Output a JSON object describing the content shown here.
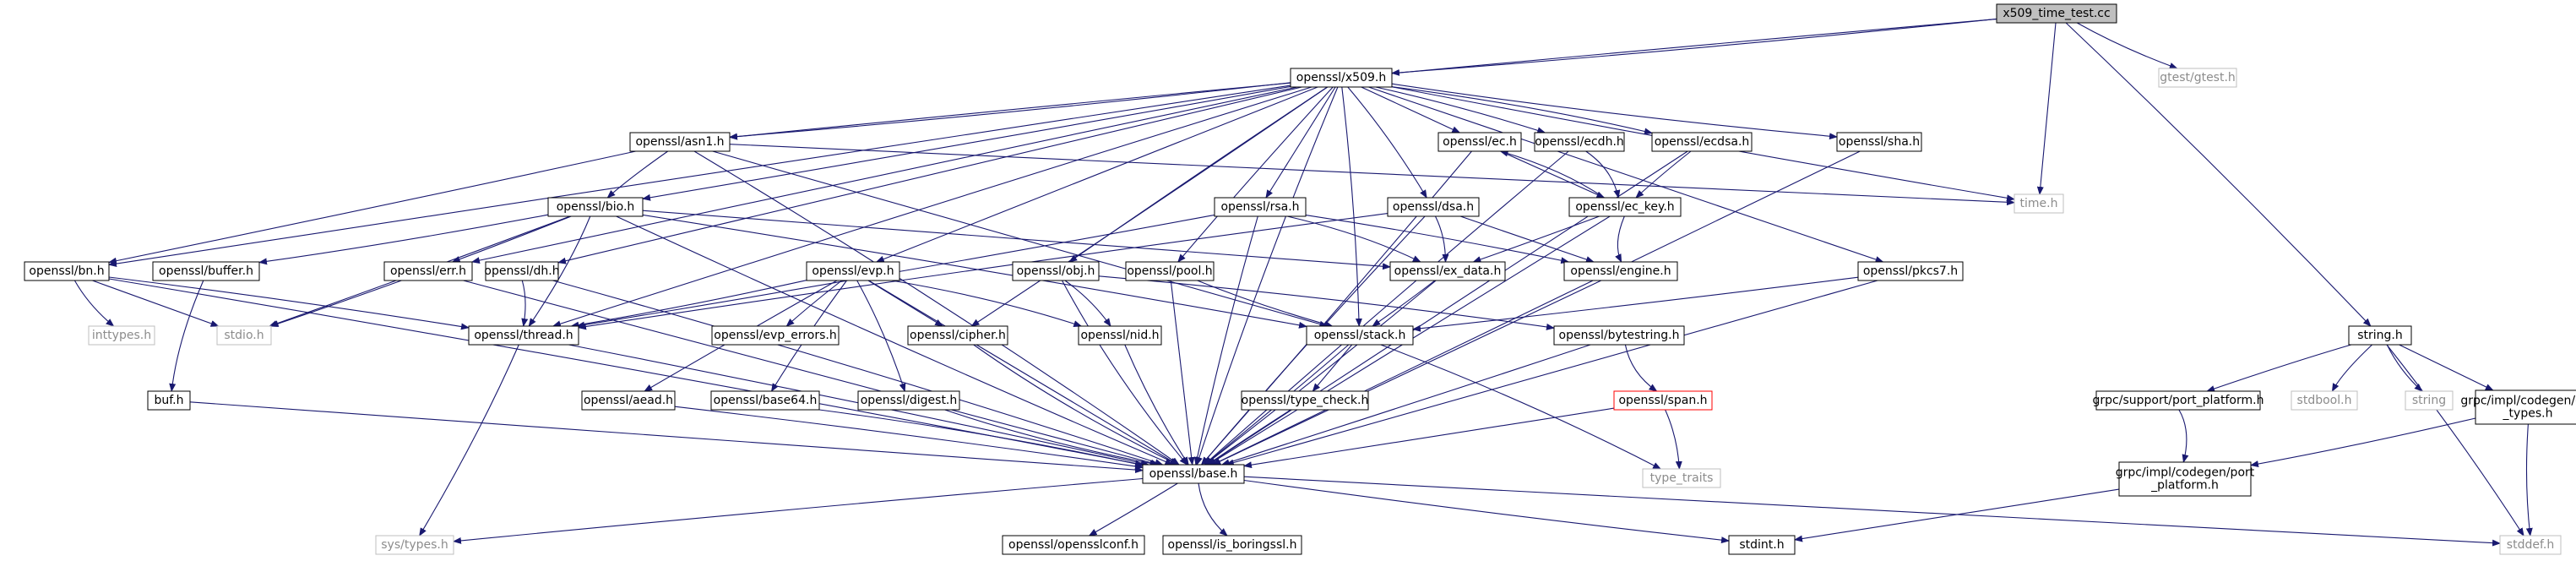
{
  "colors": {
    "edge": "#191970",
    "box": "#000000",
    "ext_box": "#bfbfbf",
    "missing_box": "#ff0000",
    "root_fill": "#bfbfbf",
    "ext_text": "#8c8c8c",
    "text": "#000000"
  },
  "nodes": {
    "root": {
      "label": "x509_time_test.cc",
      "kind": "root"
    },
    "x509": {
      "label": "openssl/x509.h",
      "kind": "normal"
    },
    "gtest": {
      "label": "gtest/gtest.h",
      "kind": "external"
    },
    "asn1": {
      "label": "openssl/asn1.h",
      "kind": "normal"
    },
    "ec": {
      "label": "openssl/ec.h",
      "kind": "normal"
    },
    "ecdh": {
      "label": "openssl/ecdh.h",
      "kind": "normal"
    },
    "ecdsa": {
      "label": "openssl/ecdsa.h",
      "kind": "normal"
    },
    "sha": {
      "label": "openssl/sha.h",
      "kind": "normal"
    },
    "time": {
      "label": "time.h",
      "kind": "external"
    },
    "bio": {
      "label": "openssl/bio.h",
      "kind": "normal"
    },
    "rsa": {
      "label": "openssl/rsa.h",
      "kind": "normal"
    },
    "dsa": {
      "label": "openssl/dsa.h",
      "kind": "normal"
    },
    "eckey": {
      "label": "openssl/ec_key.h",
      "kind": "normal"
    },
    "bn": {
      "label": "openssl/bn.h",
      "kind": "normal"
    },
    "buffer": {
      "label": "openssl/buffer.h",
      "kind": "normal"
    },
    "err": {
      "label": "openssl/err.h",
      "kind": "normal"
    },
    "dh": {
      "label": "openssl/dh.h",
      "kind": "normal"
    },
    "evp": {
      "label": "openssl/evp.h",
      "kind": "normal"
    },
    "obj": {
      "label": "openssl/obj.h",
      "kind": "normal"
    },
    "pool": {
      "label": "openssl/pool.h",
      "kind": "normal"
    },
    "exdata": {
      "label": "openssl/ex_data.h",
      "kind": "normal"
    },
    "engine": {
      "label": "openssl/engine.h",
      "kind": "normal"
    },
    "pkcs7": {
      "label": "openssl/pkcs7.h",
      "kind": "normal"
    },
    "inttypes": {
      "label": "inttypes.h",
      "kind": "external"
    },
    "stdio": {
      "label": "stdio.h",
      "kind": "external"
    },
    "thread": {
      "label": "openssl/thread.h",
      "kind": "normal"
    },
    "evperrors": {
      "label": "openssl/evp_errors.h",
      "kind": "normal"
    },
    "cipher": {
      "label": "openssl/cipher.h",
      "kind": "normal"
    },
    "nid": {
      "label": "openssl/nid.h",
      "kind": "normal"
    },
    "stack": {
      "label": "openssl/stack.h",
      "kind": "normal"
    },
    "bytestring": {
      "label": "openssl/bytestring.h",
      "kind": "normal"
    },
    "stringh": {
      "label": "string.h",
      "kind": "normal"
    },
    "bufh": {
      "label": "buf.h",
      "kind": "normal"
    },
    "aead": {
      "label": "openssl/aead.h",
      "kind": "normal"
    },
    "base64": {
      "label": "openssl/base64.h",
      "kind": "normal"
    },
    "digest": {
      "label": "openssl/digest.h",
      "kind": "normal"
    },
    "typecheck": {
      "label": "openssl/type_check.h",
      "kind": "normal"
    },
    "span": {
      "label": "openssl/span.h",
      "kind": "missing"
    },
    "portplat": {
      "label": "grpc/support/port_platform.h",
      "kind": "normal"
    },
    "stdbool": {
      "label": "stdbool.h",
      "kind": "external"
    },
    "string": {
      "label": "string",
      "kind": "external"
    },
    "gprtypes": {
      "label": [
        "grpc/impl/codegen/gpr",
        "_types.h"
      ],
      "kind": "normal"
    },
    "base": {
      "label": "openssl/base.h",
      "kind": "normal"
    },
    "typetraits": {
      "label": "type_traits",
      "kind": "external"
    },
    "cgport": {
      "label": [
        "grpc/impl/codegen/port",
        "_platform.h"
      ],
      "kind": "normal"
    },
    "systypes": {
      "label": "sys/types.h",
      "kind": "external"
    },
    "opensslconf": {
      "label": "openssl/opensslconf.h",
      "kind": "normal"
    },
    "isboring": {
      "label": "openssl/is_boringssl.h",
      "kind": "normal"
    },
    "stdint": {
      "label": "stdint.h",
      "kind": "normal"
    },
    "stddef": {
      "label": "stddef.h",
      "kind": "external"
    }
  },
  "edges": [
    [
      "root",
      "x509"
    ],
    [
      "root",
      "gtest"
    ],
    [
      "root",
      "time"
    ],
    [
      "root",
      "stringh"
    ],
    [
      "root",
      "asn1"
    ],
    [
      "x509",
      "asn1"
    ],
    [
      "x509",
      "bio"
    ],
    [
      "x509",
      "ec"
    ],
    [
      "x509",
      "ecdh"
    ],
    [
      "x509",
      "ecdsa"
    ],
    [
      "x509",
      "sha"
    ],
    [
      "x509",
      "time"
    ],
    [
      "x509",
      "rsa"
    ],
    [
      "x509",
      "dsa"
    ],
    [
      "x509",
      "evp"
    ],
    [
      "x509",
      "obj"
    ],
    [
      "x509",
      "pool"
    ],
    [
      "x509",
      "pkcs7"
    ],
    [
      "x509",
      "stack"
    ],
    [
      "x509",
      "thread"
    ],
    [
      "x509",
      "base"
    ],
    [
      "x509",
      "dh"
    ],
    [
      "x509",
      "bn"
    ],
    [
      "x509",
      "err"
    ],
    [
      "x509",
      "cipher"
    ],
    [
      "asn1",
      "bio"
    ],
    [
      "asn1",
      "bn"
    ],
    [
      "asn1",
      "stack"
    ],
    [
      "asn1",
      "time"
    ],
    [
      "asn1",
      "base"
    ],
    [
      "bio",
      "buffer"
    ],
    [
      "bio",
      "err"
    ],
    [
      "bio",
      "exdata"
    ],
    [
      "bio",
      "stack"
    ],
    [
      "bio",
      "thread"
    ],
    [
      "bio",
      "stdio"
    ],
    [
      "bio",
      "base"
    ],
    [
      "ec",
      "eckey"
    ],
    [
      "ec",
      "base"
    ],
    [
      "ecdh",
      "eckey"
    ],
    [
      "ecdh",
      "base"
    ],
    [
      "ecdsa",
      "eckey"
    ],
    [
      "ecdsa",
      "base"
    ],
    [
      "sha",
      "base"
    ],
    [
      "eckey",
      "ec"
    ],
    [
      "eckey",
      "engine"
    ],
    [
      "eckey",
      "exdata"
    ],
    [
      "eckey",
      "base"
    ],
    [
      "rsa",
      "engine"
    ],
    [
      "rsa",
      "exdata"
    ],
    [
      "rsa",
      "thread"
    ],
    [
      "rsa",
      "base"
    ],
    [
      "dsa",
      "engine"
    ],
    [
      "dsa",
      "exdata"
    ],
    [
      "dsa",
      "thread"
    ],
    [
      "dsa",
      "base"
    ],
    [
      "bn",
      "inttypes"
    ],
    [
      "bn",
      "stdio"
    ],
    [
      "bn",
      "thread"
    ],
    [
      "bn",
      "base"
    ],
    [
      "buffer",
      "bufh"
    ],
    [
      "err",
      "stdio"
    ],
    [
      "err",
      "base"
    ],
    [
      "dh",
      "thread"
    ],
    [
      "dh",
      "base"
    ],
    [
      "evp",
      "aead"
    ],
    [
      "evp",
      "base64"
    ],
    [
      "evp",
      "cipher"
    ],
    [
      "evp",
      "digest"
    ],
    [
      "evp",
      "nid"
    ],
    [
      "evp",
      "thread"
    ],
    [
      "evp",
      "evperrors"
    ],
    [
      "evp",
      "base"
    ],
    [
      "obj",
      "nid"
    ],
    [
      "obj",
      "bytestring"
    ],
    [
      "obj",
      "base"
    ],
    [
      "pool",
      "stack"
    ],
    [
      "pool",
      "base"
    ],
    [
      "exdata",
      "stack"
    ],
    [
      "exdata",
      "base"
    ],
    [
      "engine",
      "base"
    ],
    [
      "pkcs7",
      "stack"
    ],
    [
      "pkcs7",
      "base"
    ],
    [
      "thread",
      "base"
    ],
    [
      "thread",
      "systypes"
    ],
    [
      "cipher",
      "base"
    ],
    [
      "nid",
      "base"
    ],
    [
      "stack",
      "typecheck"
    ],
    [
      "stack",
      "base"
    ],
    [
      "stack",
      "typetraits"
    ],
    [
      "bytestring",
      "span"
    ],
    [
      "bytestring",
      "base"
    ],
    [
      "bufh",
      "base"
    ],
    [
      "aead",
      "base"
    ],
    [
      "base64",
      "base"
    ],
    [
      "digest",
      "base"
    ],
    [
      "typecheck",
      "base"
    ],
    [
      "span",
      "base"
    ],
    [
      "span",
      "typetraits"
    ],
    [
      "stringh",
      "portplat"
    ],
    [
      "stringh",
      "stdbool"
    ],
    [
      "stringh",
      "string"
    ],
    [
      "stringh",
      "gprtypes"
    ],
    [
      "stringh",
      "stddef"
    ],
    [
      "portplat",
      "cgport"
    ],
    [
      "gprtypes",
      "cgport"
    ],
    [
      "gprtypes",
      "stddef"
    ],
    [
      "cgport",
      "stdint"
    ],
    [
      "base",
      "systypes"
    ],
    [
      "base",
      "opensslconf"
    ],
    [
      "base",
      "isboring"
    ],
    [
      "base",
      "stdint"
    ],
    [
      "base",
      "stddef"
    ]
  ]
}
